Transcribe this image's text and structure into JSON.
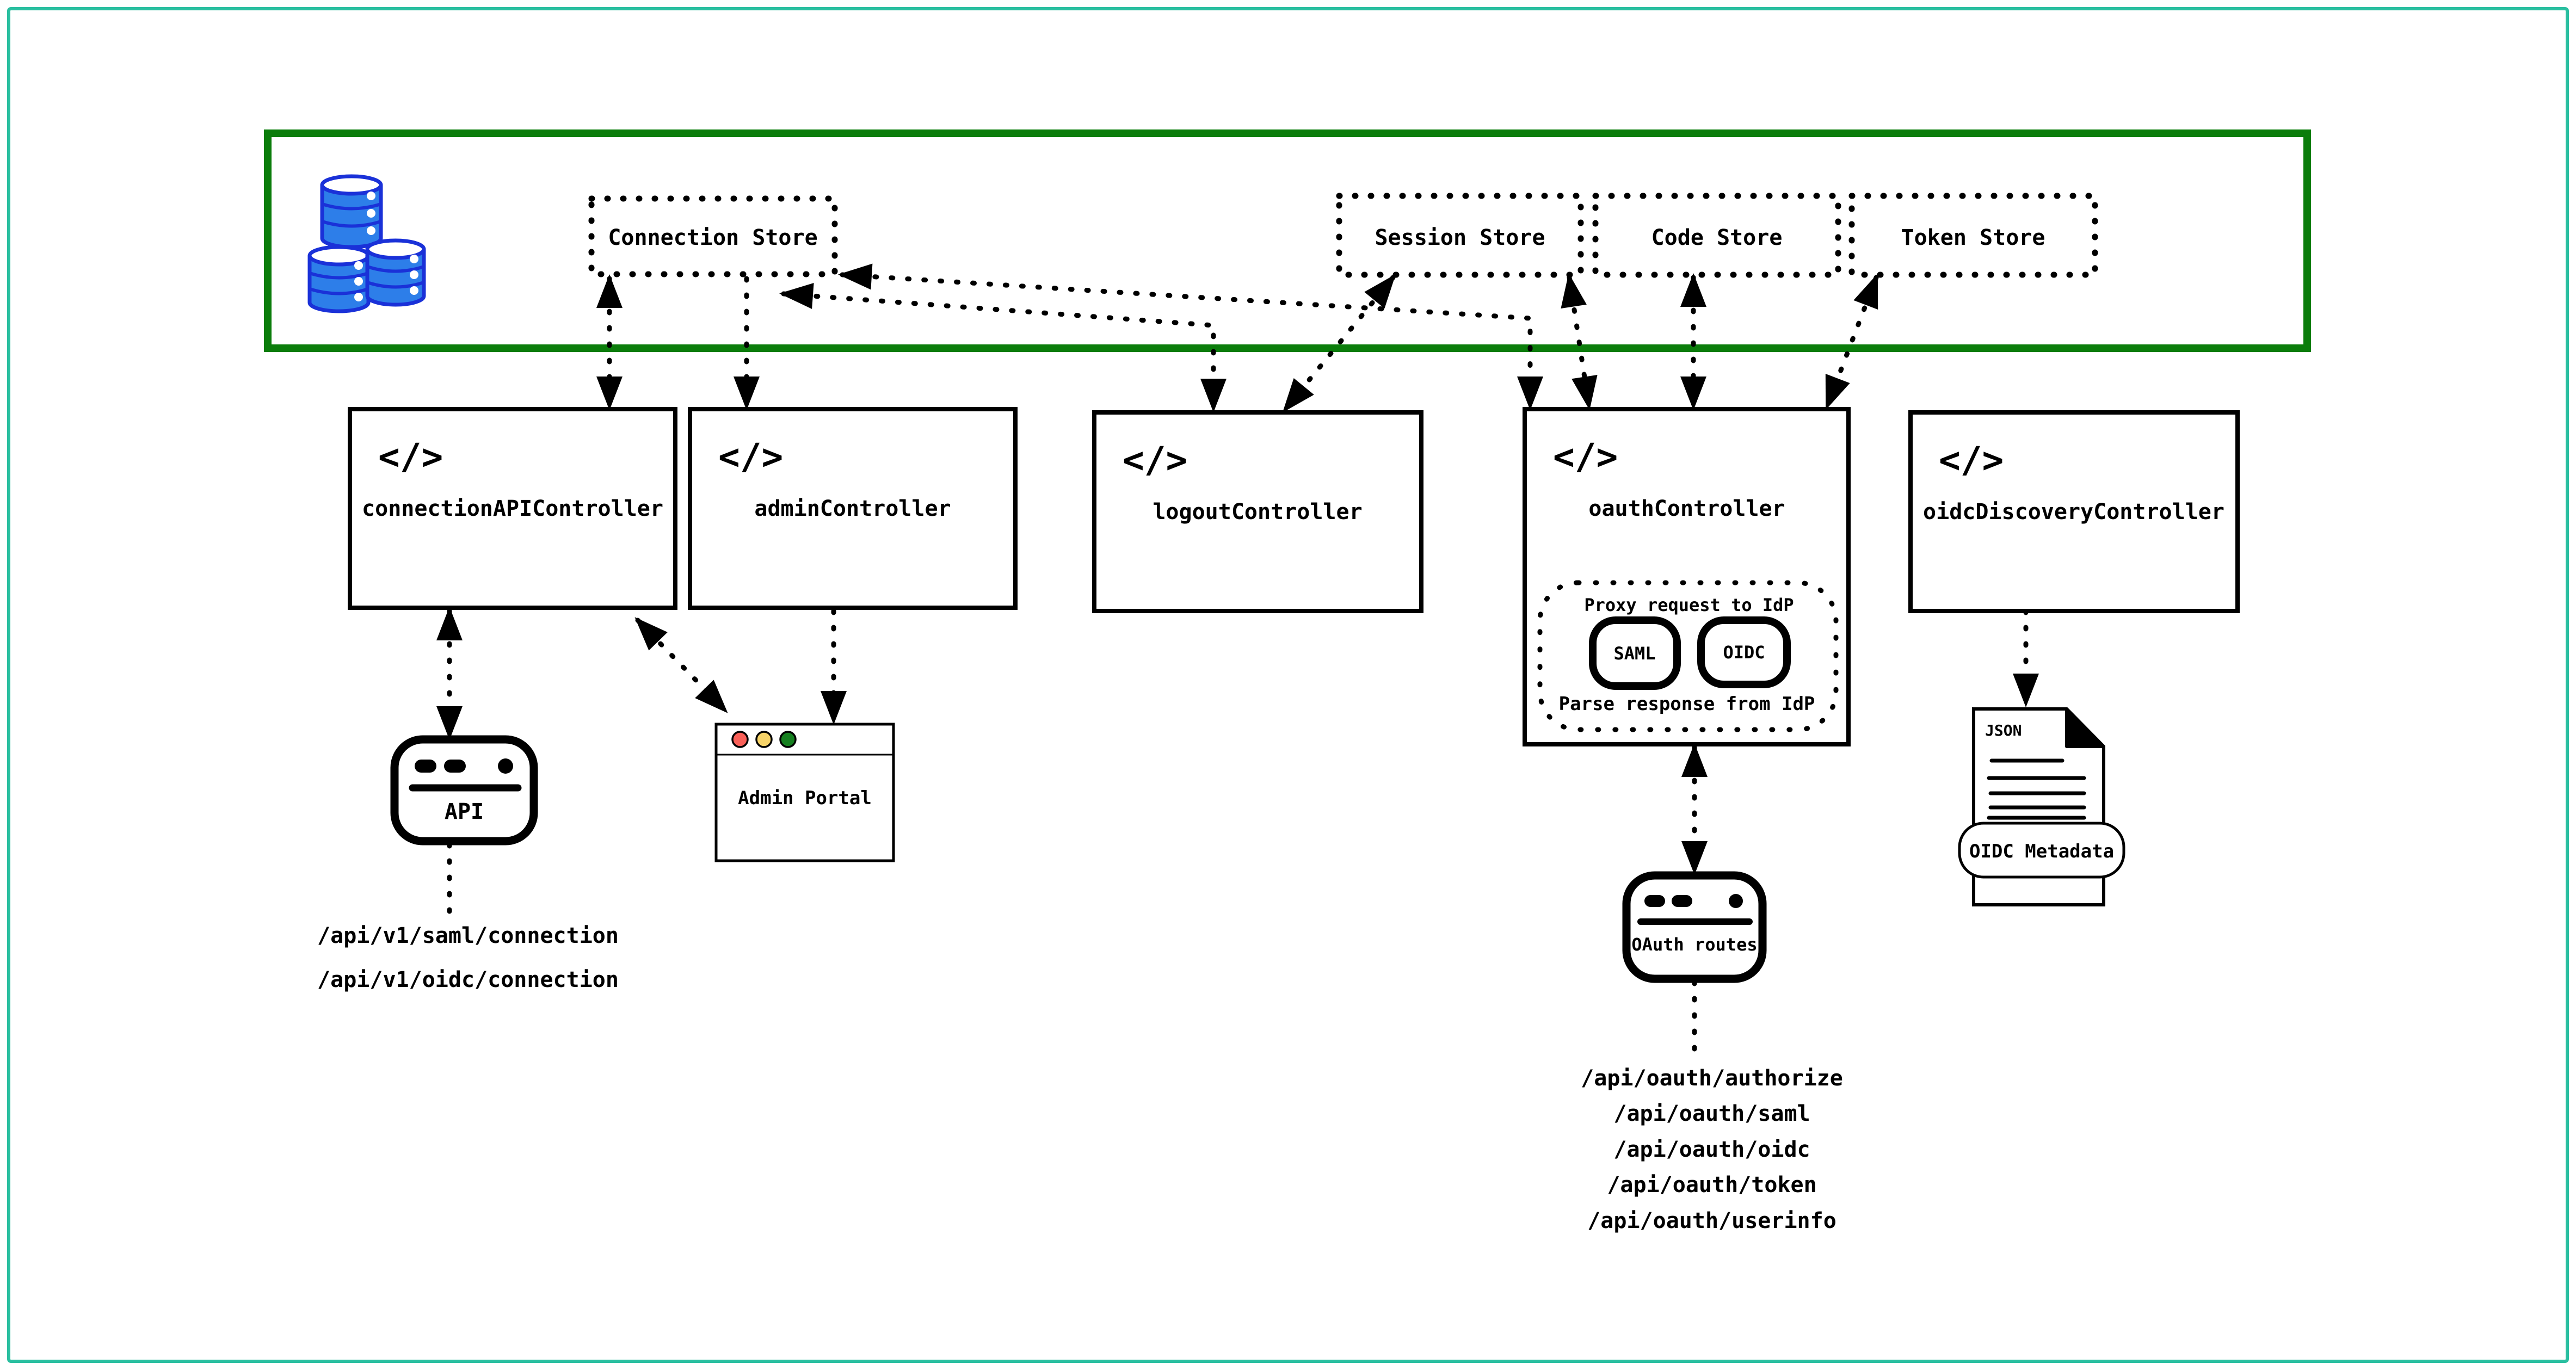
{
  "colors": {
    "boundary_green": "#0b7d0b",
    "frame_teal": "#2abfa0",
    "db_blue": "#2d7ee9",
    "db_blue_dark": "#1a31d8",
    "traffic_red": "#f96058",
    "traffic_yellow": "#f7d469",
    "traffic_green": "#157f1f",
    "ink": "#000000"
  },
  "icons": {
    "code_glyph": "</>"
  },
  "stores": {
    "connection": "Connection Store",
    "session": "Session Store",
    "code": "Code Store",
    "token": "Token Store"
  },
  "controllers": {
    "connection_api": "connectionAPIController",
    "admin": "adminController",
    "logout": "logoutController",
    "oauth": "oauthController",
    "oidc_discovery": "oidcDiscoveryController"
  },
  "oauth_internals": {
    "proxy_label": "Proxy request to IdP",
    "saml": "SAML",
    "oidc": "OIDC",
    "parse_label": "Parse response from IdP"
  },
  "clients": {
    "api_window": "API",
    "admin_portal": "Admin Portal",
    "oauth_window": "OAuth routes"
  },
  "api_routes": [
    "/api/v1/saml/connection",
    "/api/v1/oidc/connection"
  ],
  "oauth_routes": [
    "/api/oauth/authorize",
    "/api/oauth/saml",
    "/api/oauth/oidc",
    "/api/oauth/token",
    "/api/oauth/userinfo"
  ],
  "metadata_doc": {
    "type_label": "JSON",
    "banner": "OIDC Metadata"
  }
}
